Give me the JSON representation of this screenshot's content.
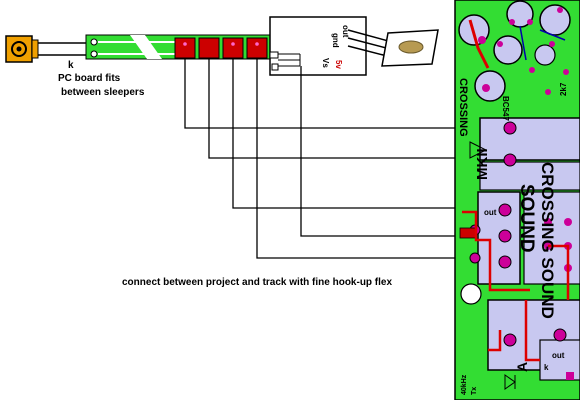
{
  "diagram": {
    "colors": {
      "pcb_green": "#33dd33",
      "pad_red": "#cc0000",
      "track_red": "#dd0000",
      "sensor_orange": "#f0a000",
      "component_lavender": "#c8c8f0",
      "pad_magenta": "#cc0099",
      "wire": "#000000"
    },
    "labels": {
      "ir_led": "k",
      "pcb_note_1": "PC board fits",
      "pcb_note_2": "between sleepers",
      "connect_note": "connect between project and track with fine hook-up flex",
      "sensor_out": "out",
      "sensor_gnd": "gnd",
      "sensor_vs": "Vs",
      "sensor_5v": "5v"
    },
    "board_text": {
      "crossing": "CROSSING",
      "sound": "SOUND",
      "crossing_sound": "CROSSING SOUND",
      "mkii": "MKII",
      "bc547": "BC547",
      "out": "out",
      "k": "k",
      "a": "A",
      "tx": "Tx",
      "freq": "40kHz",
      "ic": "2k7"
    }
  }
}
